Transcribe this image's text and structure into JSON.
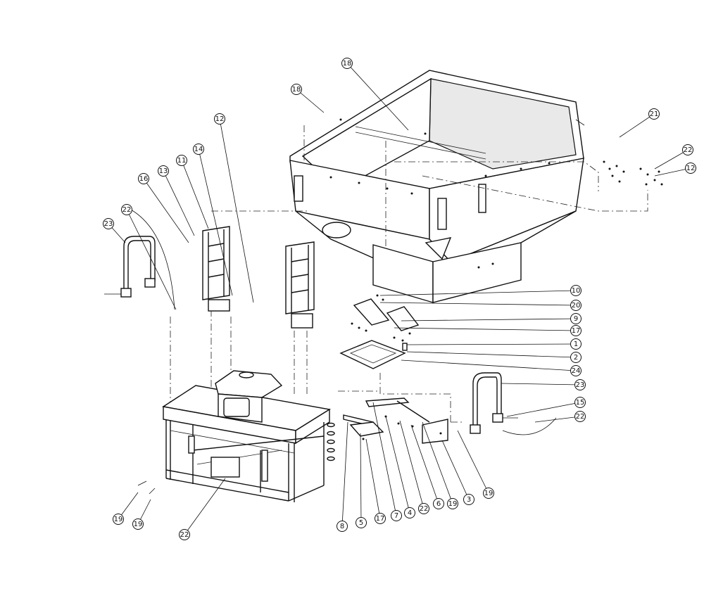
{
  "callouts": [
    {
      "label": "18"
    },
    {
      "label": "18"
    },
    {
      "label": "21"
    },
    {
      "label": "22"
    },
    {
      "label": "12"
    },
    {
      "label": "12"
    },
    {
      "label": "14"
    },
    {
      "label": "11"
    },
    {
      "label": "13"
    },
    {
      "label": "16"
    },
    {
      "label": "22"
    },
    {
      "label": "23"
    },
    {
      "label": "10"
    },
    {
      "label": "20"
    },
    {
      "label": "9"
    },
    {
      "label": "17"
    },
    {
      "label": "1"
    },
    {
      "label": "2"
    },
    {
      "label": "24"
    },
    {
      "label": "23"
    },
    {
      "label": "15"
    },
    {
      "label": "22"
    },
    {
      "label": "19"
    },
    {
      "label": "3"
    },
    {
      "label": "19"
    },
    {
      "label": "6"
    },
    {
      "label": "22"
    },
    {
      "label": "4"
    },
    {
      "label": "7"
    },
    {
      "label": "17"
    },
    {
      "label": "5"
    },
    {
      "label": "8"
    },
    {
      "label": "19"
    },
    {
      "label": "19"
    },
    {
      "label": "22"
    }
  ]
}
